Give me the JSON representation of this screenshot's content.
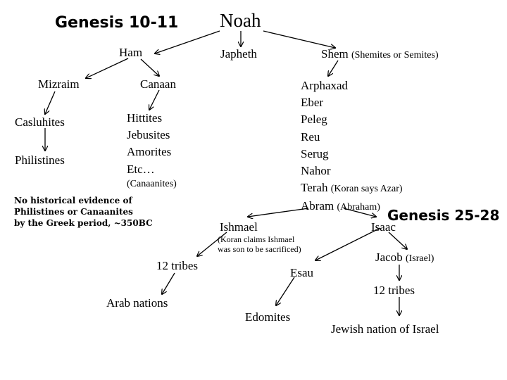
{
  "headings": {
    "gen10": "Genesis 10-11",
    "gen25": "Genesis 25-28"
  },
  "people": {
    "noah": "Noah",
    "ham": "Ham",
    "japheth": "Japheth",
    "shem": "Shem",
    "shem_note": "(Shemites or Semites)",
    "mizraim": "Mizraim",
    "canaan": "Canaan",
    "casluhites": "Casluhites",
    "philistines": "Philistines",
    "canaan_children": [
      "Hittites",
      "Jebusites",
      "Amorites",
      "Etc…"
    ],
    "canaanites": "(Canaanites)",
    "shem_line": [
      "Arphaxad",
      "Eber",
      "Peleg",
      "Reu",
      "Serug",
      "Nahor"
    ],
    "terah": "Terah",
    "terah_note": "(Koran says Azar)",
    "abram": "Abram",
    "abram_note": "(Abraham)",
    "ishmael": "Ishmael",
    "isaac": "Isaac",
    "koran_note": "(Koran claims Ishmael\nwas son to be sacrificed)",
    "ishmael_tribes": "12 tribes",
    "arab_nations": "Arab nations",
    "esau": "Esau",
    "edomites": "Edomites",
    "jacob": "Jacob",
    "jacob_note": "(Israel)",
    "israel_tribes": "12 tribes",
    "jewish_nation": "Jewish nation of Israel"
  },
  "historical_note": "No historical evidence of\nPhilistines or Canaanites\nby the Greek period, ~350BC"
}
